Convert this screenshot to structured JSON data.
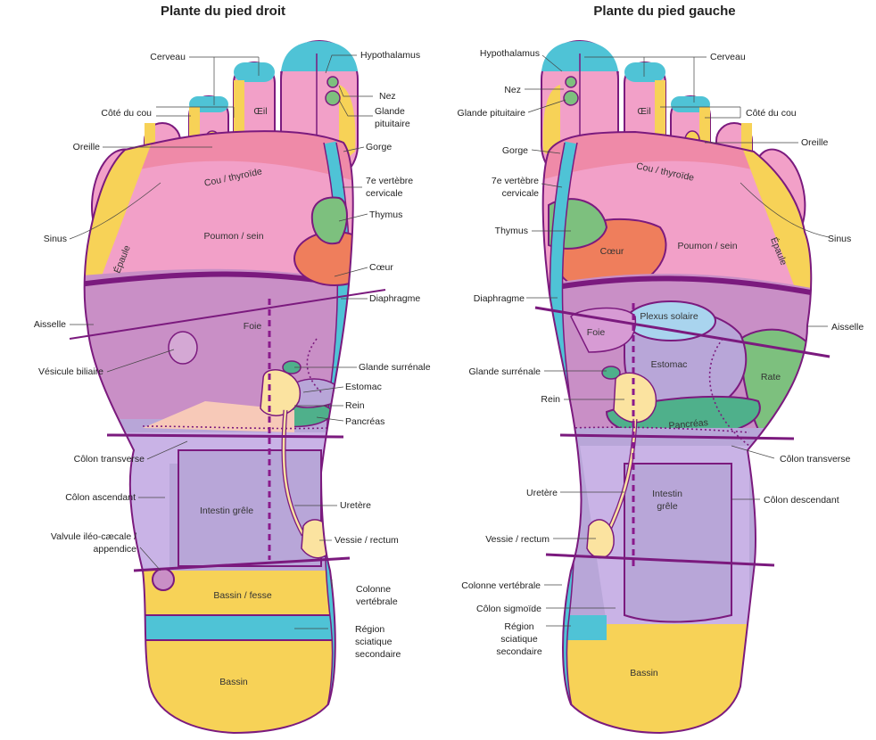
{
  "right_foot": {
    "title": "Plante du pied droit",
    "labels": {
      "cerveau": "Cerveau",
      "hypothalamus": "Hypothalamus",
      "nez": "Nez",
      "glande_pituitaire_1": "Glande",
      "glande_pituitaire_2": "pituitaire",
      "cote_du_cou": "Côté du cou",
      "oreille": "Oreille",
      "gorge": "Gorge",
      "vertebre_1": "7e vertèbre",
      "vertebre_2": "cervicale",
      "sinus": "Sinus",
      "thymus": "Thymus",
      "coeur": "Cœur",
      "diaphragme": "Diaphragme",
      "aisselle": "Aisselle",
      "vesicule": "Vésicule biliaire",
      "surrenale": "Glande surrénale",
      "estomac": "Estomac",
      "rein": "Rein",
      "pancreas": "Pancréas",
      "colon_transverse": "Côlon transverse",
      "colon_ascendant": "Côlon ascendant",
      "uretere": "Uretère",
      "valvule_1": "Valvule iléo-cæcale /",
      "valvule_2": "appendice",
      "vessie": "Vessie / rectum",
      "colonne_1": "Colonne",
      "colonne_2": "vertébrale",
      "sciatique_1": "Région",
      "sciatique_2": "sciatique",
      "sciatique_3": "secondaire"
    },
    "zones": {
      "oeil": "Œil",
      "cou": "Cou / thyroïde",
      "poumon": "Poumon / sein",
      "epaule": "Épaule",
      "foie": "Foie",
      "intestin": "Intestin grêle",
      "bassin_fesse": "Bassin / fesse",
      "bassin": "Bassin"
    }
  },
  "left_foot": {
    "title": "Plante du pied gauche",
    "labels": {
      "hypothalamus": "Hypothalamus",
      "cerveau": "Cerveau",
      "nez": "Nez",
      "glande_pituitaire": "Glande pituitaire",
      "cote_du_cou": "Côté du cou",
      "oreille": "Oreille",
      "gorge": "Gorge",
      "vertebre_1": "7e vertèbre",
      "vertebre_2": "cervicale",
      "sinus": "Sinus",
      "thymus": "Thymus",
      "diaphragme": "Diaphragme",
      "aisselle": "Aisselle",
      "surrenale": "Glande surrénale",
      "rein": "Rein",
      "colon_transverse": "Côlon transverse",
      "uretere": "Uretère",
      "colon_descendant": "Côlon descendant",
      "vessie": "Vessie / rectum",
      "colonne": "Colonne vertébrale",
      "colon_sigmoide": "Côlon sigmoïde",
      "sciatique_1": "Région",
      "sciatique_2": "sciatique",
      "sciatique_3": "secondaire"
    },
    "zones": {
      "oeil": "Œil",
      "cou": "Cou / thyroïde",
      "coeur": "Cœur",
      "poumon": "Poumon / sein",
      "epaule": "Épaule",
      "plexus": "Plexus solaire",
      "foie": "Foie",
      "estomac": "Estomac",
      "rate": "Rate",
      "pancreas": "Pancréas",
      "intestin_1": "Intestin",
      "intestin_2": "grêle",
      "bassin": "Bassin"
    }
  },
  "colors": {
    "pink": "#f2a0c8",
    "yellow": "#f7d257",
    "purple": "#c98fc6",
    "lavender": "#b8a6d8",
    "cyan": "#4fc3d6",
    "green": "#7dc07e",
    "orange": "#ef7e5c",
    "outline": "#7b1a7e"
  }
}
